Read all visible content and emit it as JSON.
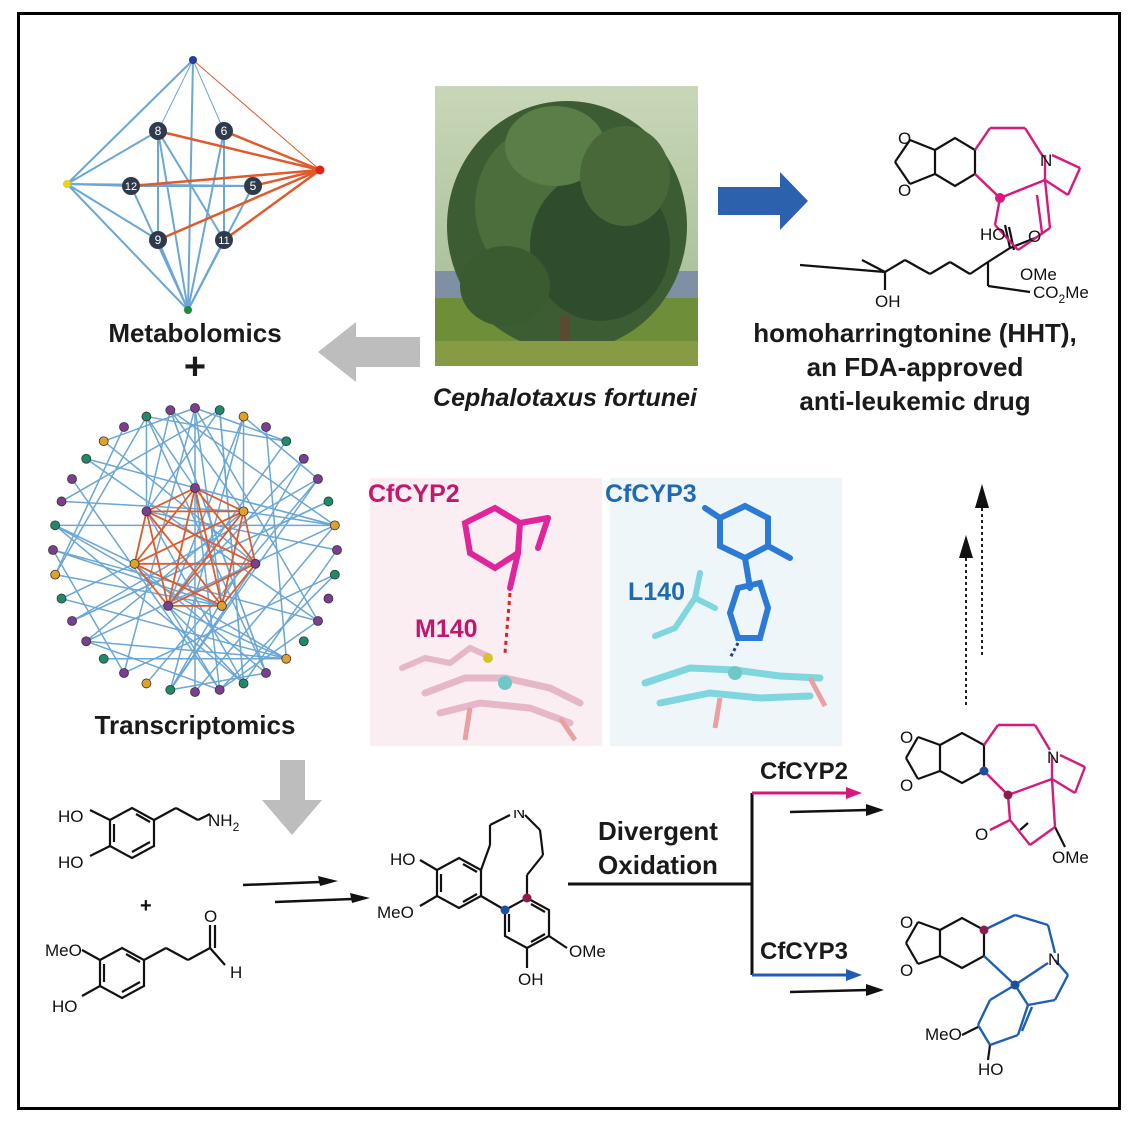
{
  "labels": {
    "metabolomics": "Metabolomics",
    "plus": "+",
    "transcriptomics": "Transcriptomics",
    "species": "Cephalotaxus fortunei",
    "hht_line1": "homoharringtonine (HHT),",
    "hht_line2": "an FDA-approved",
    "hht_line3": "anti-leukemic drug",
    "divergent": "Divergent",
    "oxidation": "Oxidation",
    "cyp2_top": "CfCYP2",
    "cyp3_top": "CfCYP3",
    "m140": "M140",
    "l140": "L140",
    "cyp2_arrow": "CfCYP2",
    "cyp3_arrow": "CfCYP3"
  },
  "chem_text": {
    "ho": "HO",
    "oh": "OH",
    "nh2": "NH",
    "sub2": "2",
    "meo": "MeO",
    "ome": "OMe",
    "o": "O",
    "h": "H",
    "n": "N",
    "co2me": "CO",
    "co2me_sub": "2",
    "co2me_me": "Me",
    "plus": "+"
  },
  "network_nodes": [
    "8",
    "6",
    "12",
    "5",
    "9",
    "11"
  ],
  "colors": {
    "magenta": "#d6197a",
    "blue": "#1e5fb4",
    "red_edge": "#e05a2b",
    "light_blue_edge": "#6aa6d6",
    "grey_arrow": "#bdbdbd",
    "dark_node": "#2f3b4c"
  }
}
